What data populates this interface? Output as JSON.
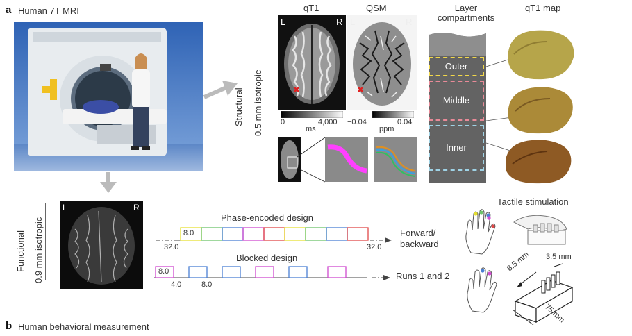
{
  "panel_a": {
    "letter": "a",
    "title": "Human 7T MRI",
    "structural": {
      "row_label": "Structural",
      "resolution": "0.5 mm isotropic",
      "col_qt1": "qT1",
      "col_qsm": "QSM",
      "col_layers": "Layer compartments",
      "col_layers_line1": "Layer",
      "col_layers_line2": "compartments",
      "col_map": "qT1 map",
      "qt1_left": "L",
      "qt1_right": "R",
      "qsm_left": "L",
      "qsm_right": "R",
      "qt1_scale_min": "0",
      "qt1_scale_max": "4,000",
      "qt1_unit": "ms",
      "qsm_scale_min": "−0.04",
      "qsm_scale_max": "0.04",
      "qsm_unit": "ppm",
      "layers": [
        "Outer",
        "Middle",
        "Inner"
      ],
      "layer_colors": {
        "outer": "#f2d84a",
        "middle": "#e98a98",
        "inner": "#9fd3e6"
      }
    },
    "functional": {
      "row_label": "Functional",
      "resolution": "0.9 mm isotropic",
      "left": "L",
      "right": "R",
      "phase_title": "Phase-encoded design",
      "phase_first_block": "8.0",
      "phase_pad_left": "32.0",
      "phase_pad_right": "32.0",
      "phase_result_line1": "Forward/",
      "phase_result_line2": "backward",
      "block_title": "Blocked design",
      "block_first": "8.0",
      "block_gap": "4.0",
      "block_len": "8.0",
      "block_result": "Runs 1 and 2",
      "stim_title": "Tactile stimulation",
      "dim_width": "3.5 mm",
      "dim_height": "8.5 mm",
      "dim_length": "75 mm",
      "finger_colors": [
        "#e6e032",
        "#6cc46a",
        "#4a7fd4",
        "#d04ad0",
        "#e04848"
      ]
    }
  },
  "panel_b": {
    "letter": "b",
    "title": "Human behavioral measurement"
  }
}
